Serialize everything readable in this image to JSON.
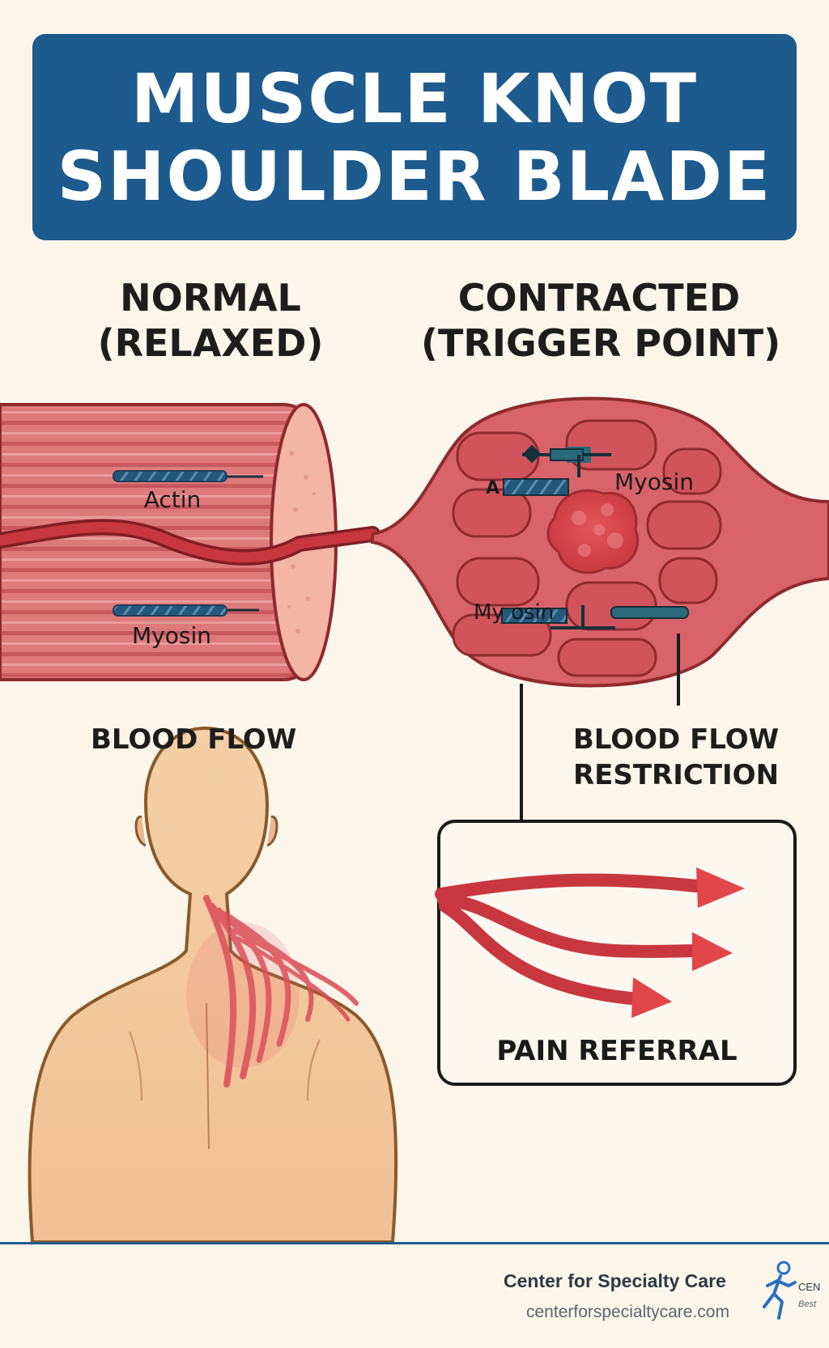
{
  "title": {
    "line1": "MUSCLE KNOT",
    "line2": "SHOULDER BLADE"
  },
  "normal": {
    "heading_line1": "NORMAL",
    "heading_line2": "(RELAXED)",
    "actin_label": "Actin",
    "myosin_label": "Myosin",
    "blood_flow_label": "BLOOD FLOW"
  },
  "contracted": {
    "heading_line1": "CONTRACTED",
    "heading_line2": "(TRIGGER POINT)",
    "a_label": "A",
    "myosin_label_top": "Myosin",
    "myosin_label_bottom": "My osin",
    "restriction_line1": "BLOOD FLOW",
    "restriction_line2": "RESTRICTION"
  },
  "pain_referral": {
    "label": "PAIN REFERRAL"
  },
  "footer": {
    "organization": "Center for Specialty Care",
    "url": "centerforspecialtycare.com",
    "logo_text_1": "CEN",
    "logo_text_2": "Best"
  },
  "colors": {
    "banner": "#1d5b8e",
    "muscle": "#d9636a",
    "muscle_dark": "#8e2a2e",
    "filament": "#2a6a7a",
    "skin": "#f3c9a0",
    "arrow": "#e0464a"
  }
}
